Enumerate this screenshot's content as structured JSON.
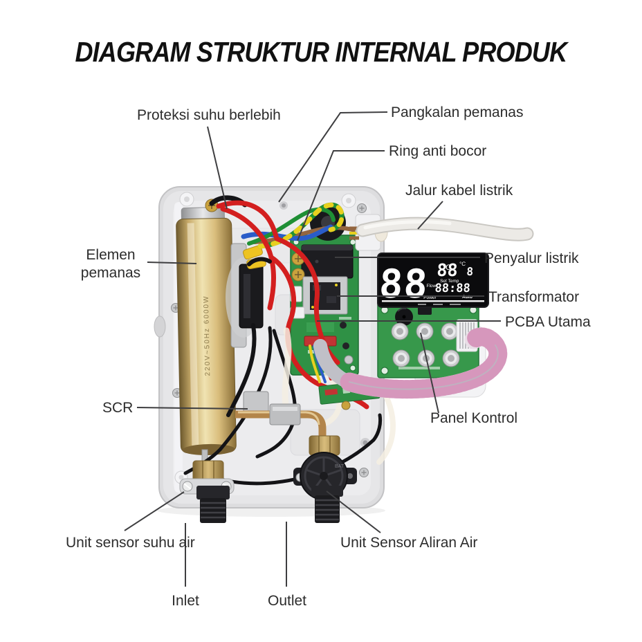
{
  "title": "DIAGRAM STRUKTUR INTERNAL PRODUK",
  "labels": {
    "protection": "Proteksi suhu berlebih",
    "heater_base": "Pangkalan pemanas",
    "seal_ring": "Ring anti bocor",
    "power_cord": "Jalur kabel listrik",
    "heating_element": "Elemen pemanas",
    "power_distributor": "Penyalur listrik",
    "transformer": "Transformator",
    "main_pcba": "PCBA Utama",
    "scr": "SCR",
    "control_panel": "Panel Kontrol",
    "water_temp_sensor": "Unit sensor suhu air",
    "water_flow_sensor": "Unit Sensor Aliran Air",
    "inlet": "Inlet",
    "outlet": "Outlet"
  },
  "display": {
    "temp_value": "88",
    "temp_unit": "°C",
    "set_value": "88",
    "set_unit": "°C",
    "set_sub": "8",
    "set_label": "Set Temp",
    "flow_label": "Flow",
    "flow_value": "88:88",
    "power_label": "Power",
    "auto_label": "Auto"
  },
  "markings": {
    "element_spec": "220V~50Hz 6000W",
    "flow_sensor": "BAT"
  },
  "colors": {
    "wire_red": "#d31f1f",
    "wire_blue": "#2a5cc8",
    "wire_green": "#1f8f35",
    "wire_yellow": "#e8d01f",
    "wire_brown": "#93653f",
    "pcb_green": "#2f9145",
    "brass": "#c9a23d",
    "case_gray": "#e3e3e5",
    "cable_white": "#eceae6",
    "ribbon_pink": "#cf7fae",
    "leader_line": "#3e3e40",
    "title_black": "#111111"
  }
}
